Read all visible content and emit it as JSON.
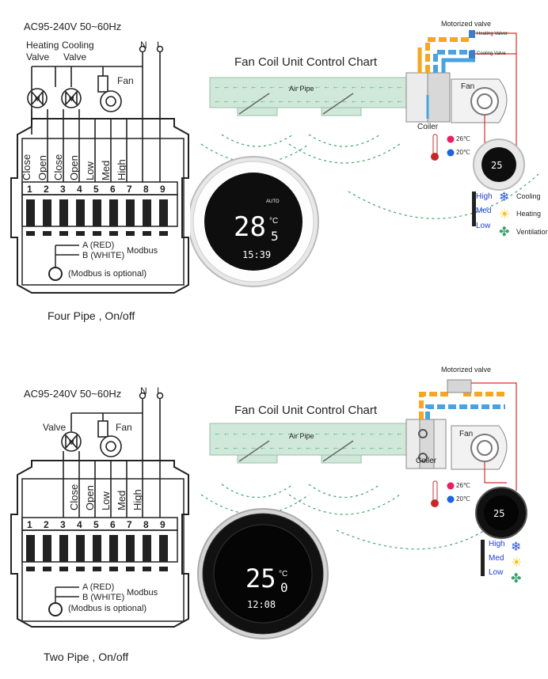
{
  "top": {
    "power": "AC95-240V  50~60Hz",
    "heating_valve": "Heating\nValve",
    "heating_valve_l1": "Heating",
    "heating_valve_l2": "Valve",
    "cooling_valve_l1": "Cooling",
    "cooling_valve_l2": "Valve",
    "fan": "Fan",
    "n": "N",
    "l": "L",
    "terminals_top": [
      "Close",
      "Open",
      "Close",
      "Open",
      "Low",
      "Med",
      "High"
    ],
    "numbers": [
      "1",
      "2",
      "3",
      "4",
      "5",
      "6",
      "7",
      "8",
      "9"
    ],
    "modbus_a": "A (RED)",
    "modbus_b": "B (WHITE)",
    "modbus": "Modbus",
    "modbus_note": "(Modbus is optional)",
    "caption": "Four Pipe , On/off",
    "chart_title": "Fan Coil Unit Control Chart",
    "air_pipe": "Air Pipe",
    "coiler": "Coiler",
    "fan_label": "Fan",
    "motorized_valve": "Motorized valve",
    "heating_valver": "Heating Valver",
    "cooling_valver": "Cooling Valve",
    "temp_hot": "26℃",
    "temp_cold": "20℃",
    "high": "High",
    "med": "Med",
    "low": "Low",
    "cooling": "Cooling",
    "heating": "Heating",
    "ventilation": "Ventilation",
    "display_temp": "28",
    "display_dec": "5",
    "display_time": "15:39",
    "display_auto": "AUTO",
    "small_display": "25"
  },
  "bottom": {
    "power": "AC95-240V  50~60Hz",
    "valve": "Valve",
    "fan": "Fan",
    "n": "N",
    "l": "L",
    "terminals_top": [
      "Close",
      "Open",
      "Low",
      "Med",
      "High"
    ],
    "numbers": [
      "1",
      "2",
      "3",
      "4",
      "5",
      "6",
      "7",
      "8",
      "9"
    ],
    "modbus_a": "A (RED)",
    "modbus_b": "B (WHITE)",
    "modbus": "Modbus",
    "modbus_note": "(Modbus is optional)",
    "caption": "Two Pipe , On/off",
    "chart_title": "Fan Coil Unit Control Chart",
    "air_pipe": "Air Pipe",
    "coiler": "Coiler",
    "fan_label": "Fan",
    "motorized_valve": "Motorized valve",
    "temp_hot": "26℃",
    "temp_cold": "20℃",
    "high": "High",
    "med": "Med",
    "low": "Low",
    "display_temp": "25",
    "display_dec": "0",
    "display_time": "12:08",
    "small_display": "25"
  },
  "colors": {
    "pipe_green": "#cfe8d9",
    "arrow_green": "#3aa36b",
    "hot_pipe": "#f5a623",
    "cold_pipe": "#4aa3e0",
    "wire_red": "#d9302c",
    "label_blue": "#1e3fd0"
  }
}
